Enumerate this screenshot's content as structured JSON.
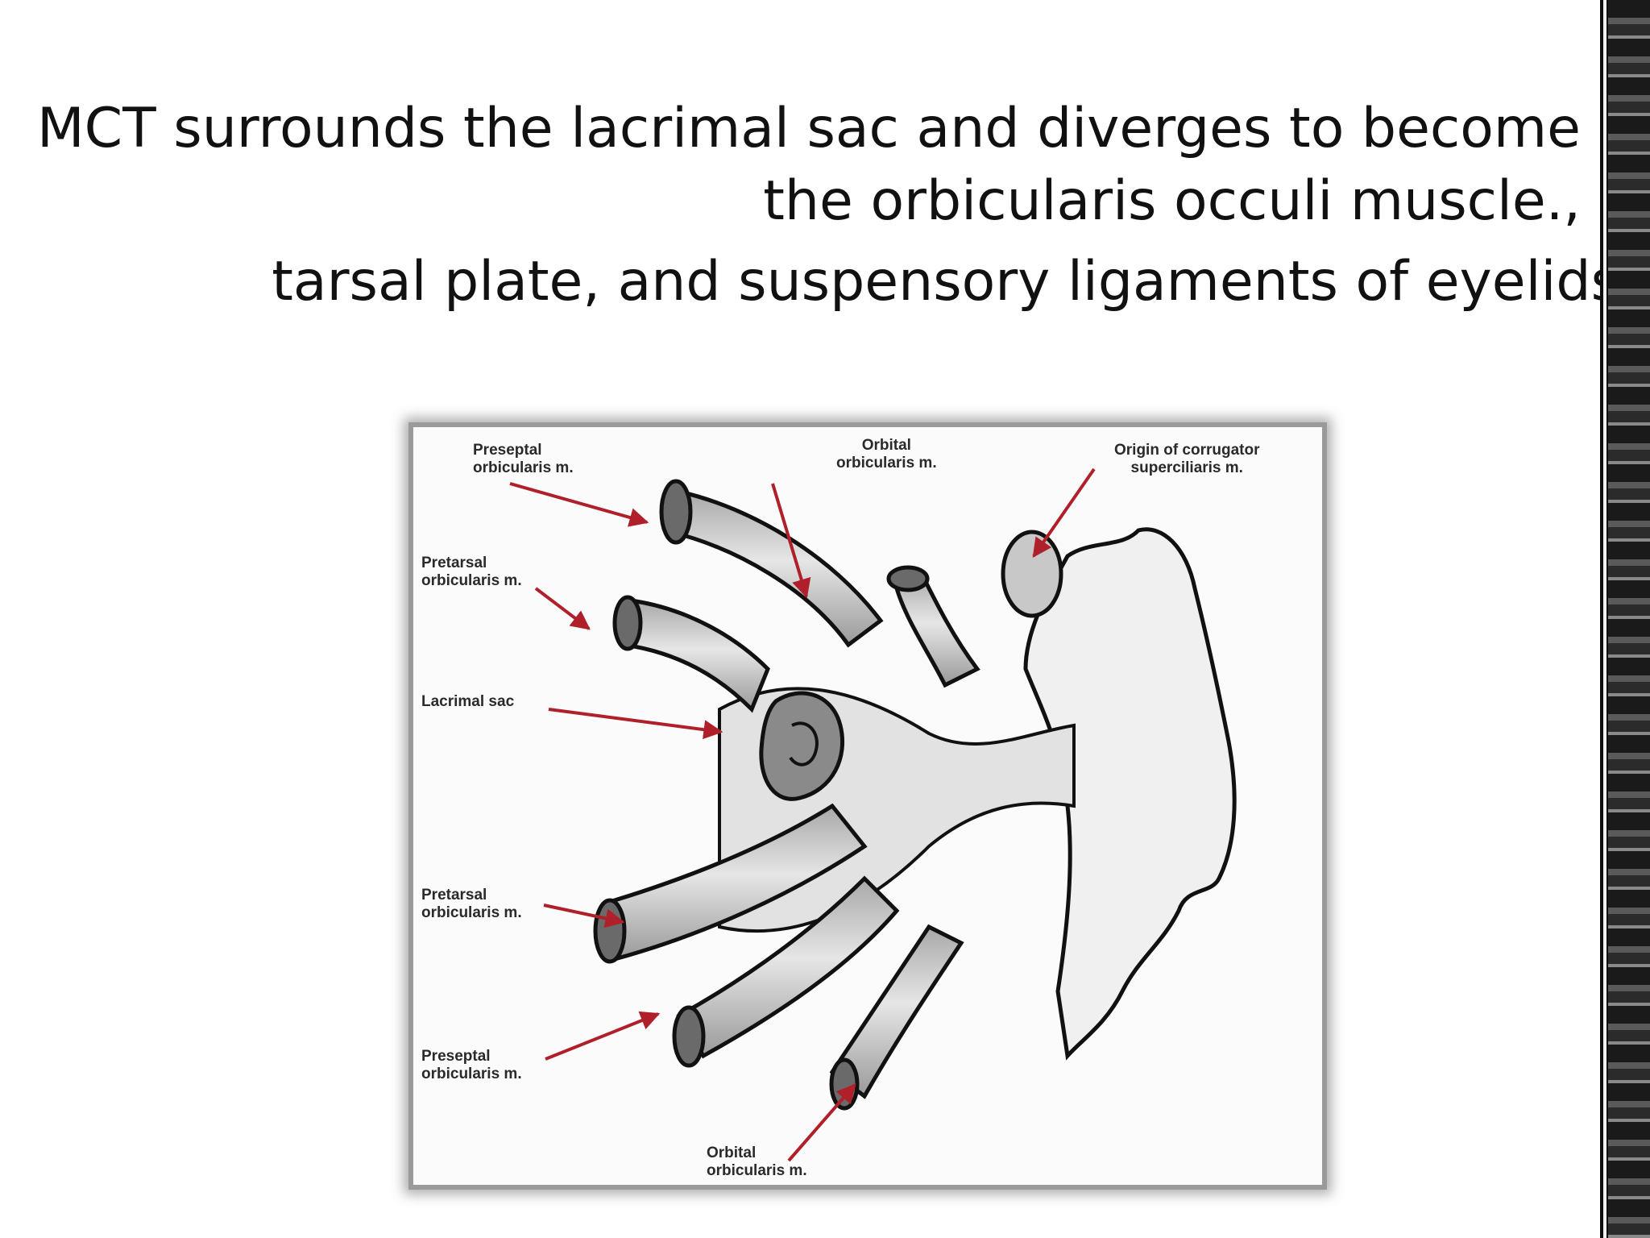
{
  "slide": {
    "title_line_1": "MCT surrounds the lacrimal sac and diverges to  become",
    "title_line_2": "the orbicularis occuli muscle.,",
    "title_line_3": "tarsal plate, and suspensory ligaments of eyelids"
  },
  "figure": {
    "labels": {
      "preseptal_upper": "Preseptal\norbicularis m.",
      "orbital_upper": "Orbital\norbicularis m.",
      "corrugator": "Origin of corrugator\nsuperciliaris m.",
      "pretarsal_upper": "Pretarsal\norbicularis m.",
      "lacrimal_sac": "Lacrimal sac",
      "pretarsal_lower": "Pretarsal\norbicularis m.",
      "preseptal_lower": "Preseptal\norbicularis m.",
      "orbital_lower": "Orbital\norbicularis m."
    },
    "colors": {
      "arrow": "#b0202a",
      "muscle": "#c9c9c9",
      "outline": "#111111"
    }
  }
}
